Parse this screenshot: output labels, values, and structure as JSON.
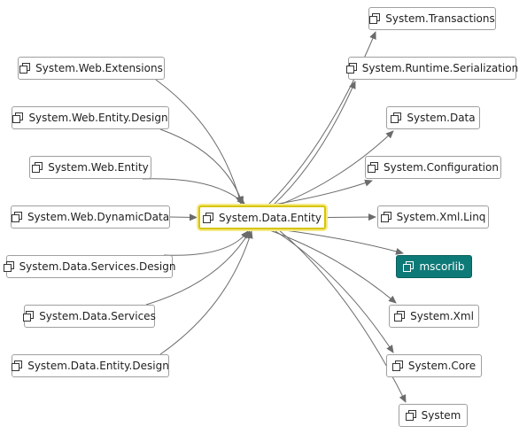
{
  "diagram": {
    "center": {
      "id": "center",
      "label": "System.Data.Entity"
    },
    "incoming": [
      {
        "id": "web-extensions",
        "label": "System.Web.Extensions"
      },
      {
        "id": "web-entity-design",
        "label": "System.Web.Entity.Design"
      },
      {
        "id": "web-entity",
        "label": "System.Web.Entity"
      },
      {
        "id": "web-dynamicdata",
        "label": "System.Web.DynamicData"
      },
      {
        "id": "data-services-design",
        "label": "System.Data.Services.Design"
      },
      {
        "id": "data-services",
        "label": "System.Data.Services"
      },
      {
        "id": "data-entity-design",
        "label": "System.Data.Entity.Design"
      }
    ],
    "outgoing": [
      {
        "id": "transactions",
        "label": "System.Transactions"
      },
      {
        "id": "runtime-serialization",
        "label": "System.Runtime.Serialization"
      },
      {
        "id": "data",
        "label": "System.Data"
      },
      {
        "id": "configuration",
        "label": "System.Configuration"
      },
      {
        "id": "xml-linq",
        "label": "System.Xml.Linq"
      },
      {
        "id": "mscorlib",
        "label": "mscorlib"
      },
      {
        "id": "xml",
        "label": "System.Xml"
      },
      {
        "id": "core",
        "label": "System.Core"
      },
      {
        "id": "system",
        "label": "System"
      }
    ],
    "selected_node": "mscorlib",
    "colors": {
      "edge": "#6b6b6b",
      "selected_fill": "#0e7a78",
      "center_border": "#d8c400"
    },
    "icon": "assembly-icon"
  }
}
